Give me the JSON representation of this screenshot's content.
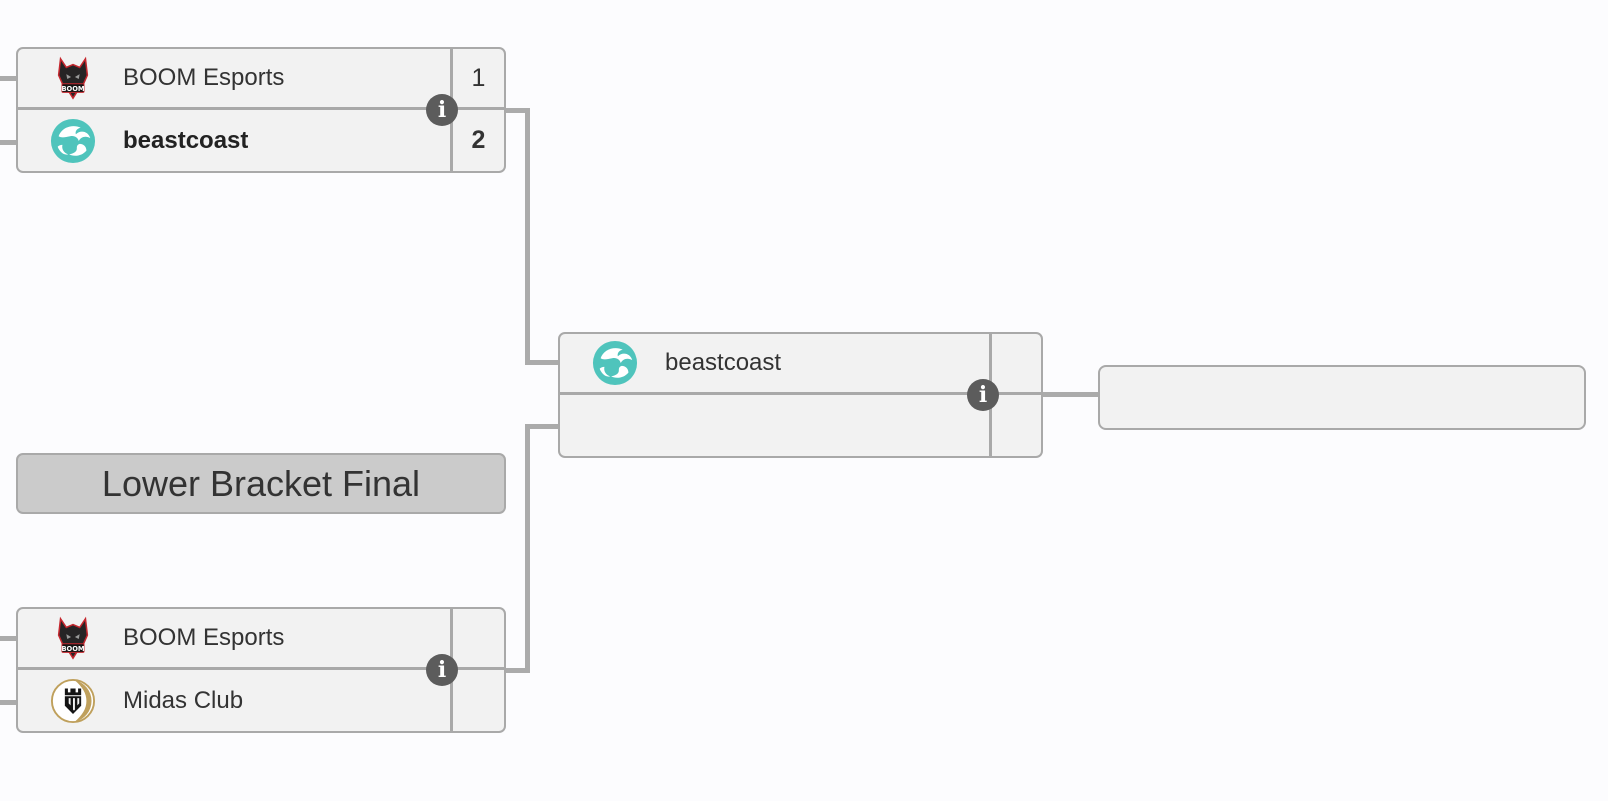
{
  "bracket": {
    "round_label": "Lower Bracket Final",
    "info_glyph": "i",
    "matches": [
      {
        "name": "match-top",
        "slots": [
          {
            "team": "BOOM Esports",
            "score": "1"
          },
          {
            "team": "beastcoast",
            "score": "2"
          }
        ]
      },
      {
        "name": "match-lower-bracket-final",
        "slots": [
          {
            "team": "beastcoast",
            "score": ""
          },
          {
            "team": "",
            "score": ""
          }
        ]
      },
      {
        "name": "match-bottom",
        "slots": [
          {
            "team": "BOOM Esports",
            "score": ""
          },
          {
            "team": "Midas Club",
            "score": ""
          }
        ]
      }
    ],
    "advance_slot": {
      "team": ""
    },
    "colors": {
      "row_bg": "#f2f2f2",
      "border": "#a9a9a9",
      "connector": "#ababab",
      "header_bg": "#cbcbcb",
      "text": "#333333",
      "info_icon_bg": "#5c5c5c",
      "beastcoast_teal": "#4fc4bc",
      "boom_dark": "#262425",
      "boom_red": "#c4272e",
      "midas_gold": "#bfa05c"
    }
  }
}
